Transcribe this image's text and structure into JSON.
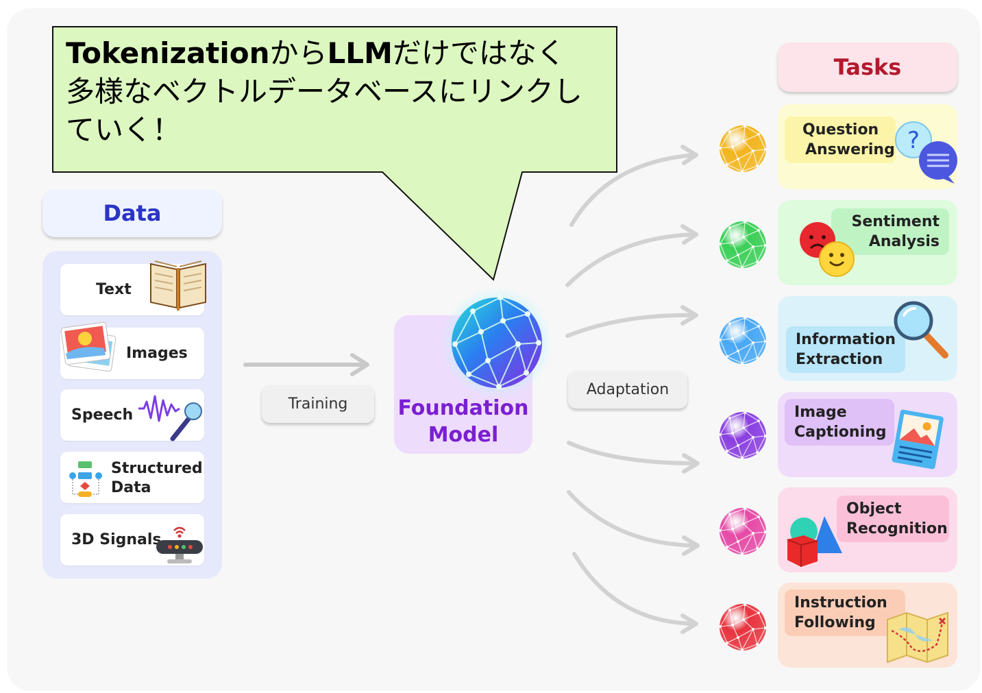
{
  "callout": {
    "line1_bold_1": "Tokenization",
    "line1_plain_1": "から",
    "line1_bold_2": "LLM",
    "line1_plain_2": "だけではなく",
    "line2": "多様なベクトルデータベースにリンクし",
    "line3": "ていく！"
  },
  "data": {
    "header": "Data",
    "items": [
      {
        "label": "Text",
        "icon": "book-icon"
      },
      {
        "label": "Images",
        "icon": "photos-icon"
      },
      {
        "label": "Speech",
        "icon": "microphone-icon"
      },
      {
        "label": "Structured Data",
        "label_line1": "Structured",
        "label_line2": "Data",
        "icon": "flowchart-icon"
      },
      {
        "label": "3D Signals",
        "icon": "sensor-icon"
      }
    ]
  },
  "training_label": "Training",
  "foundation": {
    "line1": "Foundation",
    "line2": "Model"
  },
  "adaptation_label": "Adaptation",
  "tasks": {
    "header": "Tasks",
    "items": [
      {
        "line1": "Question",
        "line2": "Answering",
        "icon": "question-chat-icon",
        "color": "#fdfbd2",
        "label_color": "#fcf4a8",
        "sphere": "#f2b51f"
      },
      {
        "line1": "Sentiment",
        "line2": "Analysis",
        "icon": "emoji-faces-icon",
        "color": "#defbde",
        "label_color": "#bff3c4",
        "sphere": "#3bcf57"
      },
      {
        "line1": "Information",
        "line2": "Extraction",
        "icon": "magnifier-icon",
        "color": "#dcf2fb",
        "label_color": "#b9e6f8",
        "sphere": "#48a8f5"
      },
      {
        "line1": "Image",
        "line2": "Captioning",
        "icon": "picture-card-icon",
        "color": "#efdcfb",
        "label_color": "#dfc0f7",
        "sphere": "#8a3fe0"
      },
      {
        "line1": "Object",
        "line2": "Recognition",
        "icon": "shapes-icon",
        "color": "#fcdcea",
        "label_color": "#fbc0d8",
        "sphere": "#e54aa6"
      },
      {
        "line1": "Instruction",
        "line2": "Following",
        "icon": "map-icon",
        "color": "#fde4d8",
        "label_color": "#fbcdb7",
        "sphere": "#e8343f"
      }
    ]
  }
}
